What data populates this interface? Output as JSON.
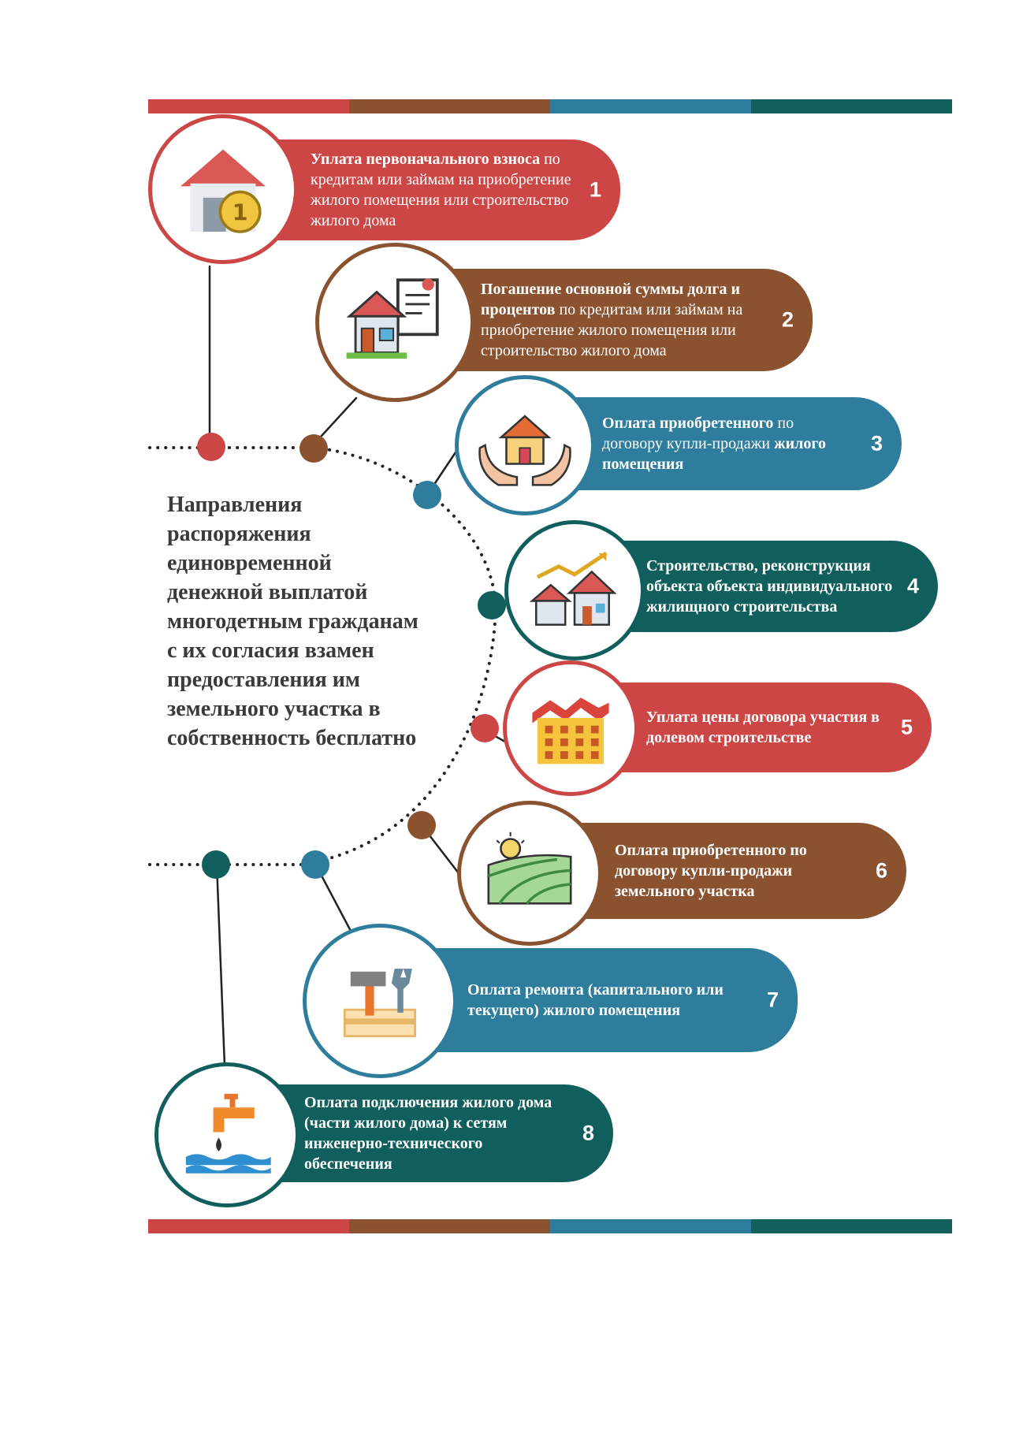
{
  "title": "Направления распоряжения единовременной денежной выплатой многодетным гражданам с их согласия взамен предоставления им земельного участка в собственность бесплатно",
  "colors": {
    "red": "#cc4645",
    "brown": "#8b5230",
    "blue": "#2f7d9c",
    "teal": "#115f5c"
  },
  "items": [
    {
      "number": "1",
      "bold": "Уплата первоначального взноса",
      "text": " по кредитам или займам на приобретение жилого помещения или строительство жилого дома",
      "icon": "house-coin-icon",
      "color": "red"
    },
    {
      "number": "2",
      "bold": "Погашение основной суммы долга и процентов",
      "text": " по кредитам или займам на приобретение жилого помещения или строительство жилого дома",
      "icon": "house-contract-icon",
      "color": "brown"
    },
    {
      "number": "3",
      "bold": "Оплата приобретенного",
      "text": " по договору купли-продажи ",
      "bold2": "жилого помещения",
      "icon": "house-in-hands-icon",
      "color": "blue"
    },
    {
      "number": "4",
      "bold": "Строительство, реконструкция объекта объекта индивидуального жилищного строительства",
      "text": "",
      "icon": "houses-growth-icon",
      "color": "teal"
    },
    {
      "number": "5",
      "bold": "Уплата цены договора участия в долевом строительстве",
      "text": "",
      "icon": "apartment-building-icon",
      "color": "red"
    },
    {
      "number": "6",
      "bold": "Оплата приобретенного по договору купли-продажи земельного участка",
      "text": "",
      "icon": "land-plot-icon",
      "color": "brown"
    },
    {
      "number": "7",
      "bold": "Оплата ремонта (капитального или текущего) жилого помещения",
      "text": "",
      "icon": "repair-tools-icon",
      "color": "blue"
    },
    {
      "number": "8",
      "bold": "Оплата подключения жилого дома (части жилого дома) к сетям инженерно-технического обеспечения",
      "text": "",
      "icon": "water-tap-icon",
      "color": "teal"
    }
  ]
}
